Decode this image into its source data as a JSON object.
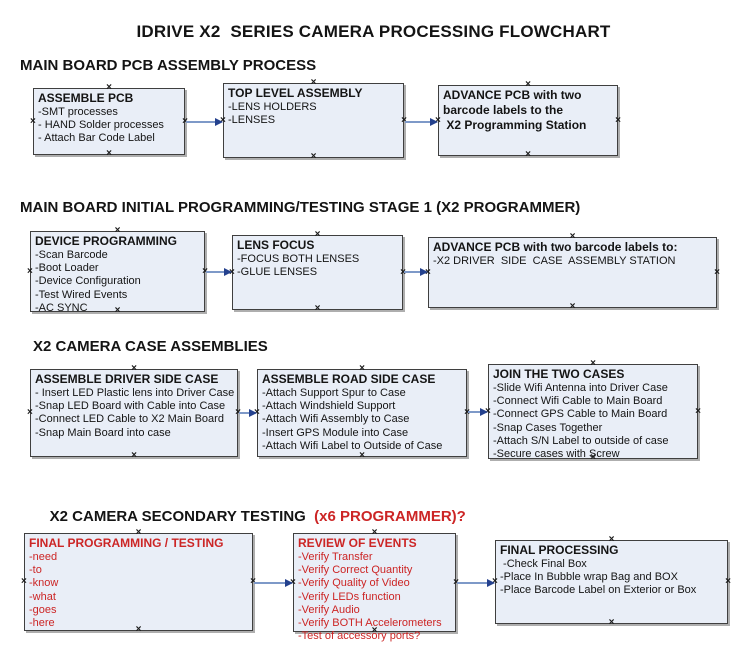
{
  "title": "IDRIVE X2  SERIES CAMERA PROCESSING FLOWCHART",
  "handle_glyph": "×",
  "colors": {
    "box_fill": "#e9eef7",
    "box_border": "#3f3f3f",
    "box_shadow": "#828282",
    "red_text": "#cc2525",
    "connector_line": "#7e99c8",
    "connector_arrowhead": "#24418e",
    "heading_text": "#141414"
  },
  "sections": [
    {
      "heading": "MAIN BOARD PCB ASSEMBLY PROCESS",
      "boxes": [
        {
          "title": "ASSEMBLE PCB",
          "items": [
            "-SMT processes",
            "- HAND Solder processes",
            "- Attach Bar Code Label"
          ]
        },
        {
          "title": "TOP LEVEL ASSEMBLY",
          "items": [
            "-LENS HOLDERS",
            "-LENSES"
          ]
        },
        {
          "title": "ADVANCE PCB with two\nbarcode labels to the\n X2 Programming Station",
          "items": []
        }
      ]
    },
    {
      "heading": "MAIN BOARD INITIAL PROGRAMMING/TESTING STAGE 1 (X2 PROGRAMMER)",
      "boxes": [
        {
          "title": "DEVICE PROGRAMMING",
          "items": [
            "-Scan Barcode",
            "-Boot Loader",
            "-Device Configuration",
            "-Test Wired Events",
            "-AC SYNC"
          ]
        },
        {
          "title": "LENS FOCUS",
          "items": [
            "-FOCUS BOTH LENSES",
            "-GLUE LENSES"
          ]
        },
        {
          "title": "ADVANCE PCB with two barcode labels to:",
          "items": [
            "-X2 DRIVER  SIDE  CASE  ASSEMBLY STATION"
          ]
        }
      ]
    },
    {
      "heading": "X2 CAMERA CASE ASSEMBLIES",
      "boxes": [
        {
          "title": "ASSEMBLE DRIVER SIDE CASE",
          "items": [
            "- Insert LED Plastic lens into Driver Case",
            "-Snap LED Board with Cable into Case",
            "-Connect LED Cable to X2 Main Board",
            "-Snap Main Board into case"
          ]
        },
        {
          "title": "ASSEMBLE ROAD SIDE CASE",
          "items": [
            "-Attach Support Spur to Case",
            "-Attach Windshield Support",
            "-Attach Wifi Assembly to Case",
            "-Insert GPS Module into Case",
            "-Attach Wifi Label to Outside of Case"
          ]
        },
        {
          "title": "JOIN THE TWO CASES",
          "items": [
            "-Slide Wifi Antenna into Driver Case",
            "-Connect Wifi Cable to Main Board",
            "-Connect GPS Cable to Main Board",
            "-Snap Cases Together",
            "-Attach S/N Label to outside of case",
            "-Secure cases with Screw"
          ]
        }
      ]
    },
    {
      "heading": "X2 CAMERA SECONDARY TESTING",
      "heading_suffix": "  (x6 PROGRAMMER)?",
      "boxes": [
        {
          "title": "FINAL PROGRAMMING / TESTING",
          "items": [
            "-need",
            "-to",
            "-know",
            "-what",
            "-goes",
            "-here"
          ]
        },
        {
          "title": "REVIEW OF EVENTS",
          "items": [
            "-Verify Transfer",
            "-Verify Correct Quantity",
            "-Verify Quality of Video",
            "-Verify LEDs function",
            "-Verify Audio",
            "-Verify BOTH Accelerometers",
            "-Test of accessory ports?"
          ]
        },
        {
          "title": "FINAL PROCESSING",
          "items": [
            " -Check Final Box",
            "-Place In Bubble wrap Bag and BOX",
            "-Place Barcode Label on Exterior or Box"
          ]
        }
      ]
    }
  ]
}
